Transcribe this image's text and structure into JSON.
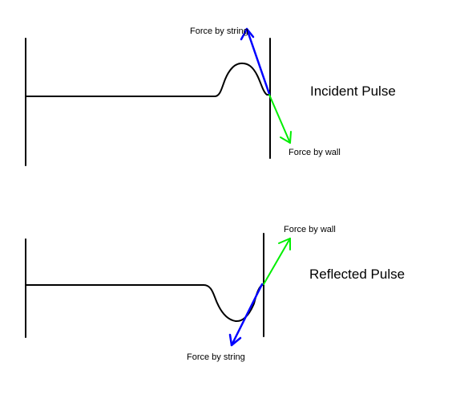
{
  "incident": {
    "title": "Incident Pulse",
    "force_string_label": "Force by string",
    "force_wall_label": "Force by wall"
  },
  "reflected": {
    "title": "Reflected Pulse",
    "force_wall_label": "Force by wall",
    "force_string_label": "Force by string"
  },
  "colors": {
    "string_force": "#0000ff",
    "wall_force": "#00ee00",
    "lines": "#000000"
  }
}
